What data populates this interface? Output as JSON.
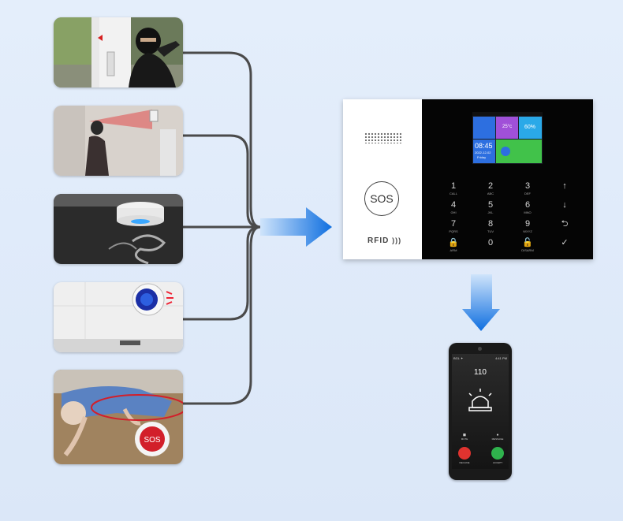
{
  "images": [
    {
      "name": "burglar-door-sensor",
      "description": "intruder opening a door with a door sensor"
    },
    {
      "name": "pir-motion-sensor",
      "description": "intruder detected by motion sensor beam"
    },
    {
      "name": "smoke-detector",
      "description": "ceiling smoke detector with smoke"
    },
    {
      "name": "gas-detector",
      "description": "wall-mounted gas detector above stove"
    },
    {
      "name": "sos-emergency-button",
      "description": "fallen elderly man with red SOS button"
    }
  ],
  "panel": {
    "sos_label": "SOS",
    "rfid_label": "RFID",
    "screen": {
      "temperature": "25°c",
      "humidity": "60%",
      "time": "08:45",
      "date": "2022-12-02",
      "day": "Friday"
    },
    "keys": [
      {
        "n": "1",
        "s": "CALL"
      },
      {
        "n": "2",
        "s": "ABC"
      },
      {
        "n": "3",
        "s": "DEF"
      },
      {
        "n": "↑",
        "s": ""
      },
      {
        "n": "4",
        "s": "GHI"
      },
      {
        "n": "5",
        "s": "JKL"
      },
      {
        "n": "6",
        "s": "MNO"
      },
      {
        "n": "↓",
        "s": ""
      },
      {
        "n": "7",
        "s": "PQRS"
      },
      {
        "n": "8",
        "s": "TUV"
      },
      {
        "n": "9",
        "s": "WXYZ"
      },
      {
        "n": "⮌",
        "s": ""
      },
      {
        "n": "🔒",
        "s": "ARM"
      },
      {
        "n": "0",
        "s": ""
      },
      {
        "n": "🔓",
        "s": "DISARM"
      },
      {
        "n": "✓",
        "s": ""
      }
    ]
  },
  "phone": {
    "call_number": "110",
    "status_left": "BGL ✦",
    "status_right": "4:41 PM",
    "option_left": "MUTE",
    "option_right": "MESSAGE",
    "decline_label": "DECLINE",
    "accept_label": "ACCEPT"
  },
  "colors": {
    "wire": "#4a4a4a",
    "arrow": "#1a7be6",
    "sos_red": "#d7262e",
    "accept_green": "#2fb34d",
    "decline_red": "#e0332f"
  }
}
